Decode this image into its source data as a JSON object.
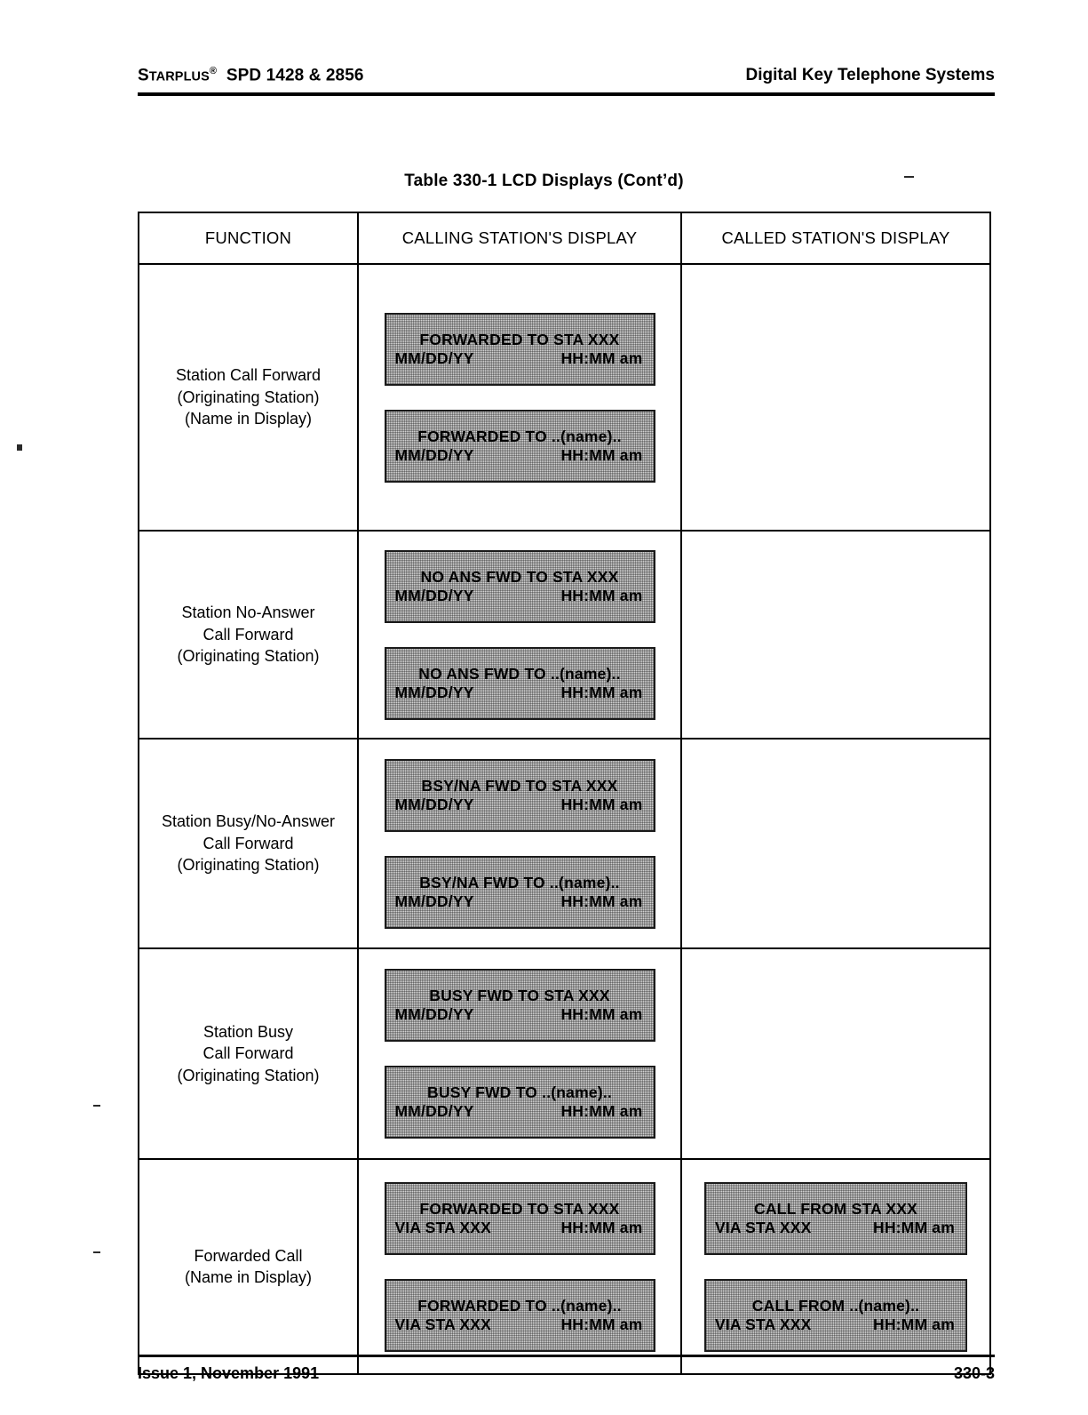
{
  "header": {
    "left_brand": "S",
    "left_brand_caps": "TARPLUS",
    "left_reg": "®",
    "left_model": "SPD 1428 & 2856",
    "right": "Digital Key Telephone Systems"
  },
  "table_title": "Table 330-1 LCD Displays (Cont’d)",
  "table": {
    "columns": [
      "FUNCTION",
      "CALLING STATION'S DISPLAY",
      "CALLED STATION'S DISPLAY"
    ],
    "rows": [
      {
        "function_lines": [
          "Station Call Forward",
          "(Originating Station)",
          "(Name in Display)"
        ],
        "calling": [
          {
            "line1": "FORWARDED TO STA XXX",
            "left": "MM/DD/YY",
            "right": "HH:MM am"
          },
          {
            "line1": "FORWARDED TO ..(name)..",
            "left": "MM/DD/YY",
            "right": "HH:MM am"
          }
        ],
        "called": []
      },
      {
        "function_lines": [
          "Station  No-Answer",
          "Call  Forward",
          "(Originating Station)"
        ],
        "calling": [
          {
            "line1": "NO ANS FWD TO STA XXX",
            "left": "MM/DD/YY",
            "right": "HH:MM am"
          },
          {
            "line1": "NO ANS FWD TO ..(name)..",
            "left": "MM/DD/YY",
            "right": "HH:MM am"
          }
        ],
        "called": []
      },
      {
        "function_lines": [
          "Station  Busy/No-Answer",
          "Call Forward",
          "(Originating Station)"
        ],
        "calling": [
          {
            "line1": "BSY/NA FWD TO STA XXX",
            "left": "MM/DD/YY",
            "right": "HH:MM am"
          },
          {
            "line1": "BSY/NA FWD TO ..(name)..",
            "left": "MM/DD/YY",
            "right": "HH:MM am"
          }
        ],
        "called": []
      },
      {
        "function_lines": [
          "Station  Busy",
          "Call Forward",
          "(Originating Station)"
        ],
        "calling": [
          {
            "line1": "BUSY FWD TO STA XXX",
            "left": "MM/DD/YY",
            "right": "HH:MM am"
          },
          {
            "line1": "BUSY FWD TO ..(name)..",
            "left": "MM/DD/YY",
            "right": "HH:MM am"
          }
        ],
        "called": []
      },
      {
        "function_lines": [
          "Forwarded Call",
          "(Name in Display)"
        ],
        "calling": [
          {
            "line1": "FORWARDED TO  STA XXX",
            "left": "VIA STA XXX",
            "right": "HH:MM am"
          },
          {
            "line1": "FORWARDED TO ..(name)..",
            "left": "VIA STA XXX",
            "right": "HH:MM am"
          }
        ],
        "called": [
          {
            "line1": "CALL FROM  STA XXX",
            "left": "VIA STA XXX",
            "right": "HH:MM am"
          },
          {
            "line1": "CALL FROM ..(name)..",
            "left": "VIA STA XXX",
            "right": "HH:MM am"
          }
        ]
      }
    ]
  },
  "footer": {
    "left": "Issue 1, November 1991",
    "right": "330-3"
  }
}
